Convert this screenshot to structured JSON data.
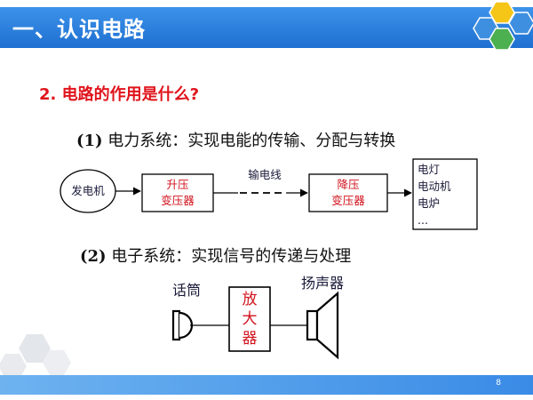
{
  "header": {
    "title": "一、认识电路"
  },
  "question": "2. 电路的作用是什么?",
  "power_system": {
    "number": "(1)",
    "description": "电力系统：实现电能的传输、分配与转换",
    "generator": "发电机",
    "step_up": [
      "升压",
      "变压器"
    ],
    "line_label": "输电线",
    "step_down": [
      "降压",
      "变压器"
    ],
    "loads": [
      "电灯",
      "电动机",
      "电炉",
      "..."
    ]
  },
  "electronic_system": {
    "number": "(2)",
    "description": "电子系统：实现信号的传递与处理",
    "microphone_label": "话筒",
    "amplifier": [
      "放",
      "大",
      "器"
    ],
    "speaker_label": "扬声器"
  },
  "footer": {
    "page_number": "8"
  },
  "colors": {
    "title_bar": "#1f6fd0",
    "question_red": "#e0141c",
    "hex_yellow": "#f5c518",
    "hex_green": "#4caf50",
    "hex_blue": "#3f8fe0"
  }
}
